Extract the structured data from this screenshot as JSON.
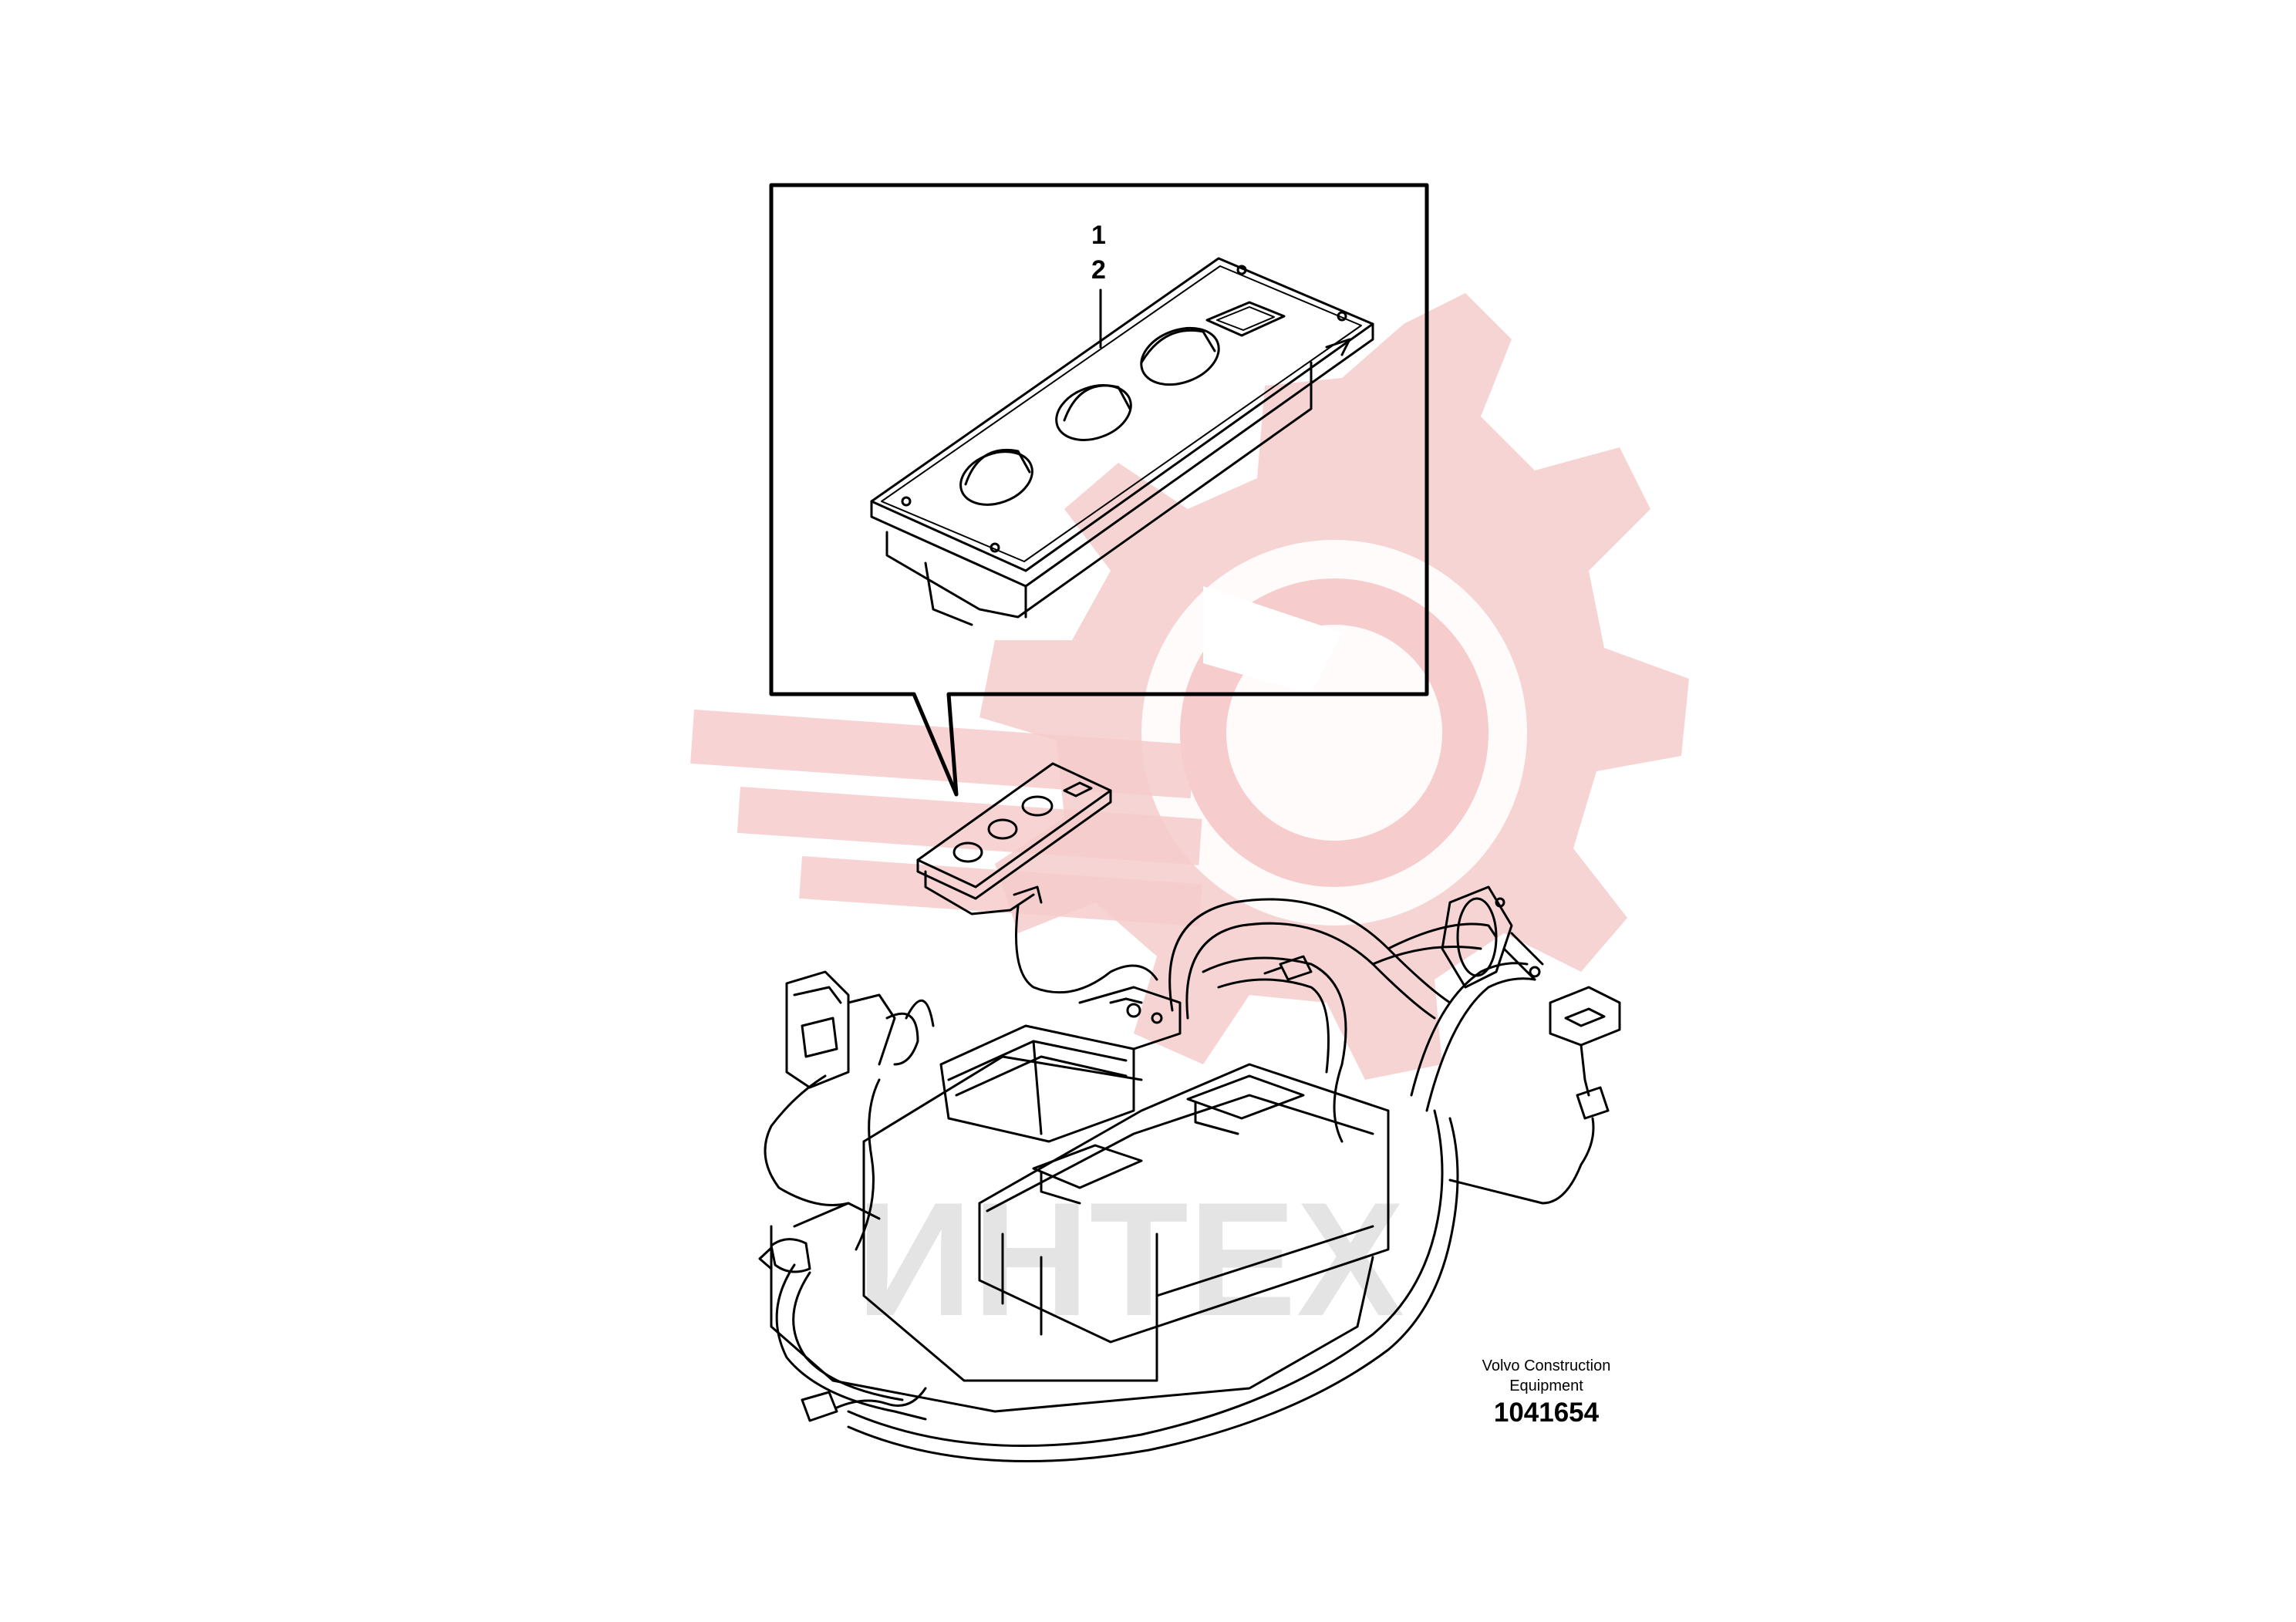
{
  "callouts": [
    {
      "number": "1"
    },
    {
      "number": "2"
    }
  ],
  "credit": {
    "line1": "Volvo Construction",
    "line2": "Equipment"
  },
  "part_number": "1041654",
  "watermark_text": "ИНТЕХ",
  "colors": {
    "line": "#000000",
    "watermark": "#f4c4c4",
    "watermark_text": "#e2e2e2",
    "background": "#ffffff"
  }
}
